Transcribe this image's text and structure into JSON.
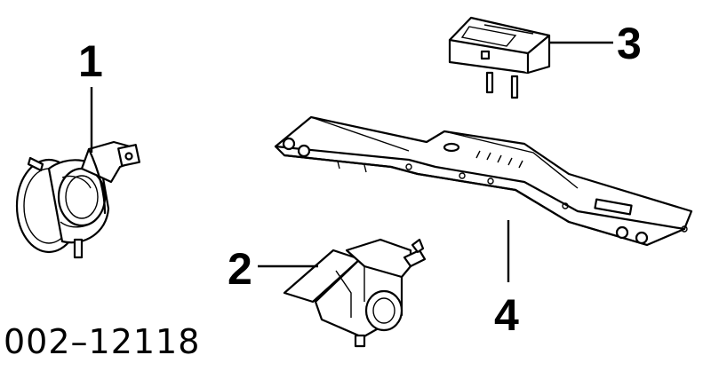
{
  "diagram": {
    "callouts": [
      {
        "number": "1",
        "part": "mount-1"
      },
      {
        "number": "2",
        "part": "mount-2"
      },
      {
        "number": "3",
        "part": "bracket-3"
      },
      {
        "number": "4",
        "part": "crossmember-4"
      }
    ],
    "part_number": "002–12118"
  }
}
